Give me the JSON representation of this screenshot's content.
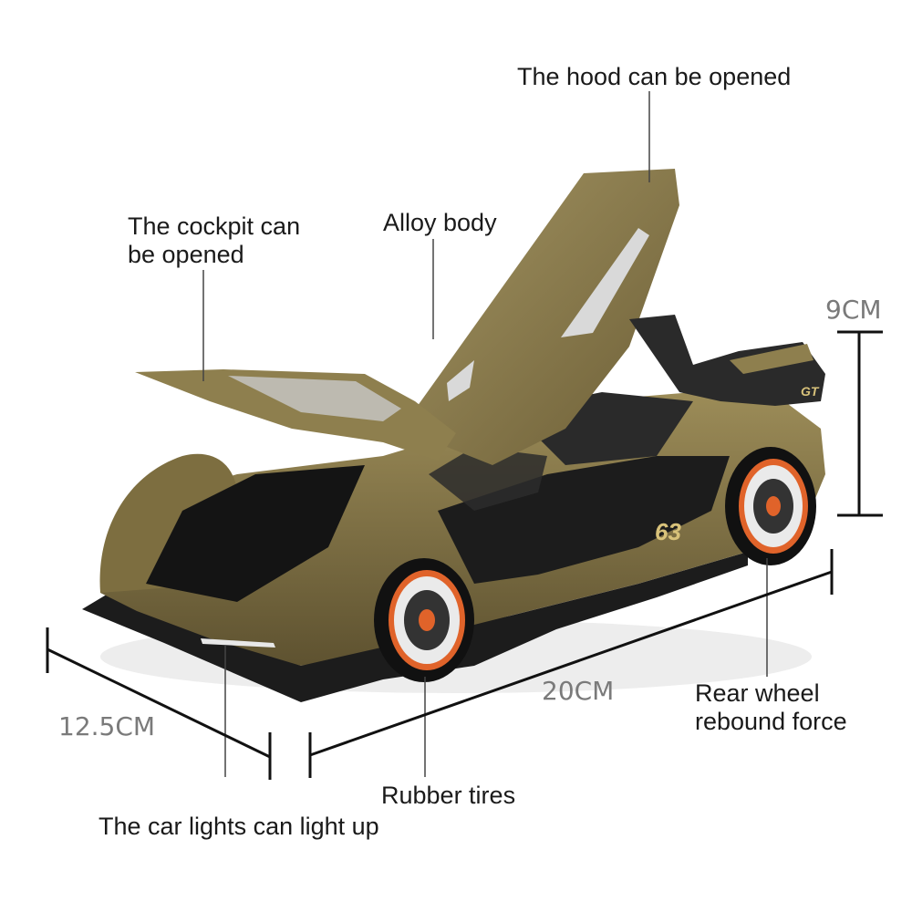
{
  "callouts": {
    "hood": "The hood can be opened",
    "cockpit_line1": "The cockpit can",
    "cockpit_line2": "be opened",
    "alloy": "Alloy body",
    "rear_line1": "Rear wheel",
    "rear_line2": "rebound force",
    "tires": "Rubber tires",
    "lights": "The car lights can light up"
  },
  "dimensions": {
    "height": "9CM",
    "length": "20CM",
    "width": "12.5CM"
  },
  "wheel_badge": "GT",
  "side_badge": "63",
  "colors": {
    "body": "#8a7a48",
    "body_dark": "#5e5230",
    "trim": "#1c1c1c",
    "rim_accent": "#e0632a",
    "dimension_text": "#7a7a7a",
    "callout_text": "#1a1a1a"
  }
}
